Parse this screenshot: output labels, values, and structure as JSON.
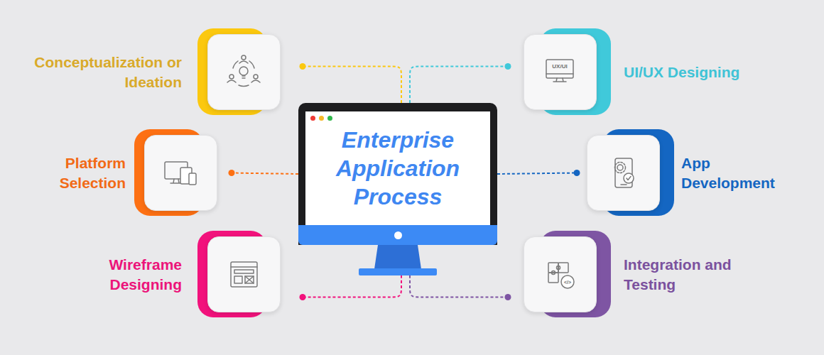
{
  "diagram": {
    "nodes": [
      {
        "text": [
          "Enterprise Application Process"
        ]
      },
      {
        "text": [
          "Conceptualization or Ideation"
        ]
      },
      {
        "text": [
          "UI/UX Designing"
        ]
      },
      {
        "text": [
          "Platform Selection"
        ]
      },
      {
        "text": [
          "App Development"
        ]
      },
      {
        "text": [
          "Wireframe Designing"
        ]
      },
      {
        "text": [
          "Integration and Testing"
        ]
      }
    ],
    "edges": [
      {
        "from": 0,
        "to": 1,
        "arrow": "none"
      },
      {
        "from": 0,
        "to": 2,
        "arrow": "none"
      },
      {
        "from": 0,
        "to": 3,
        "arrow": "none"
      },
      {
        "from": 0,
        "to": 4,
        "arrow": "none"
      },
      {
        "from": 0,
        "to": 5,
        "arrow": "none"
      },
      {
        "from": 0,
        "to": 6,
        "arrow": "none"
      }
    ],
    "labels": [
      "UX/UI",
      "</>"
    ]
  }
}
